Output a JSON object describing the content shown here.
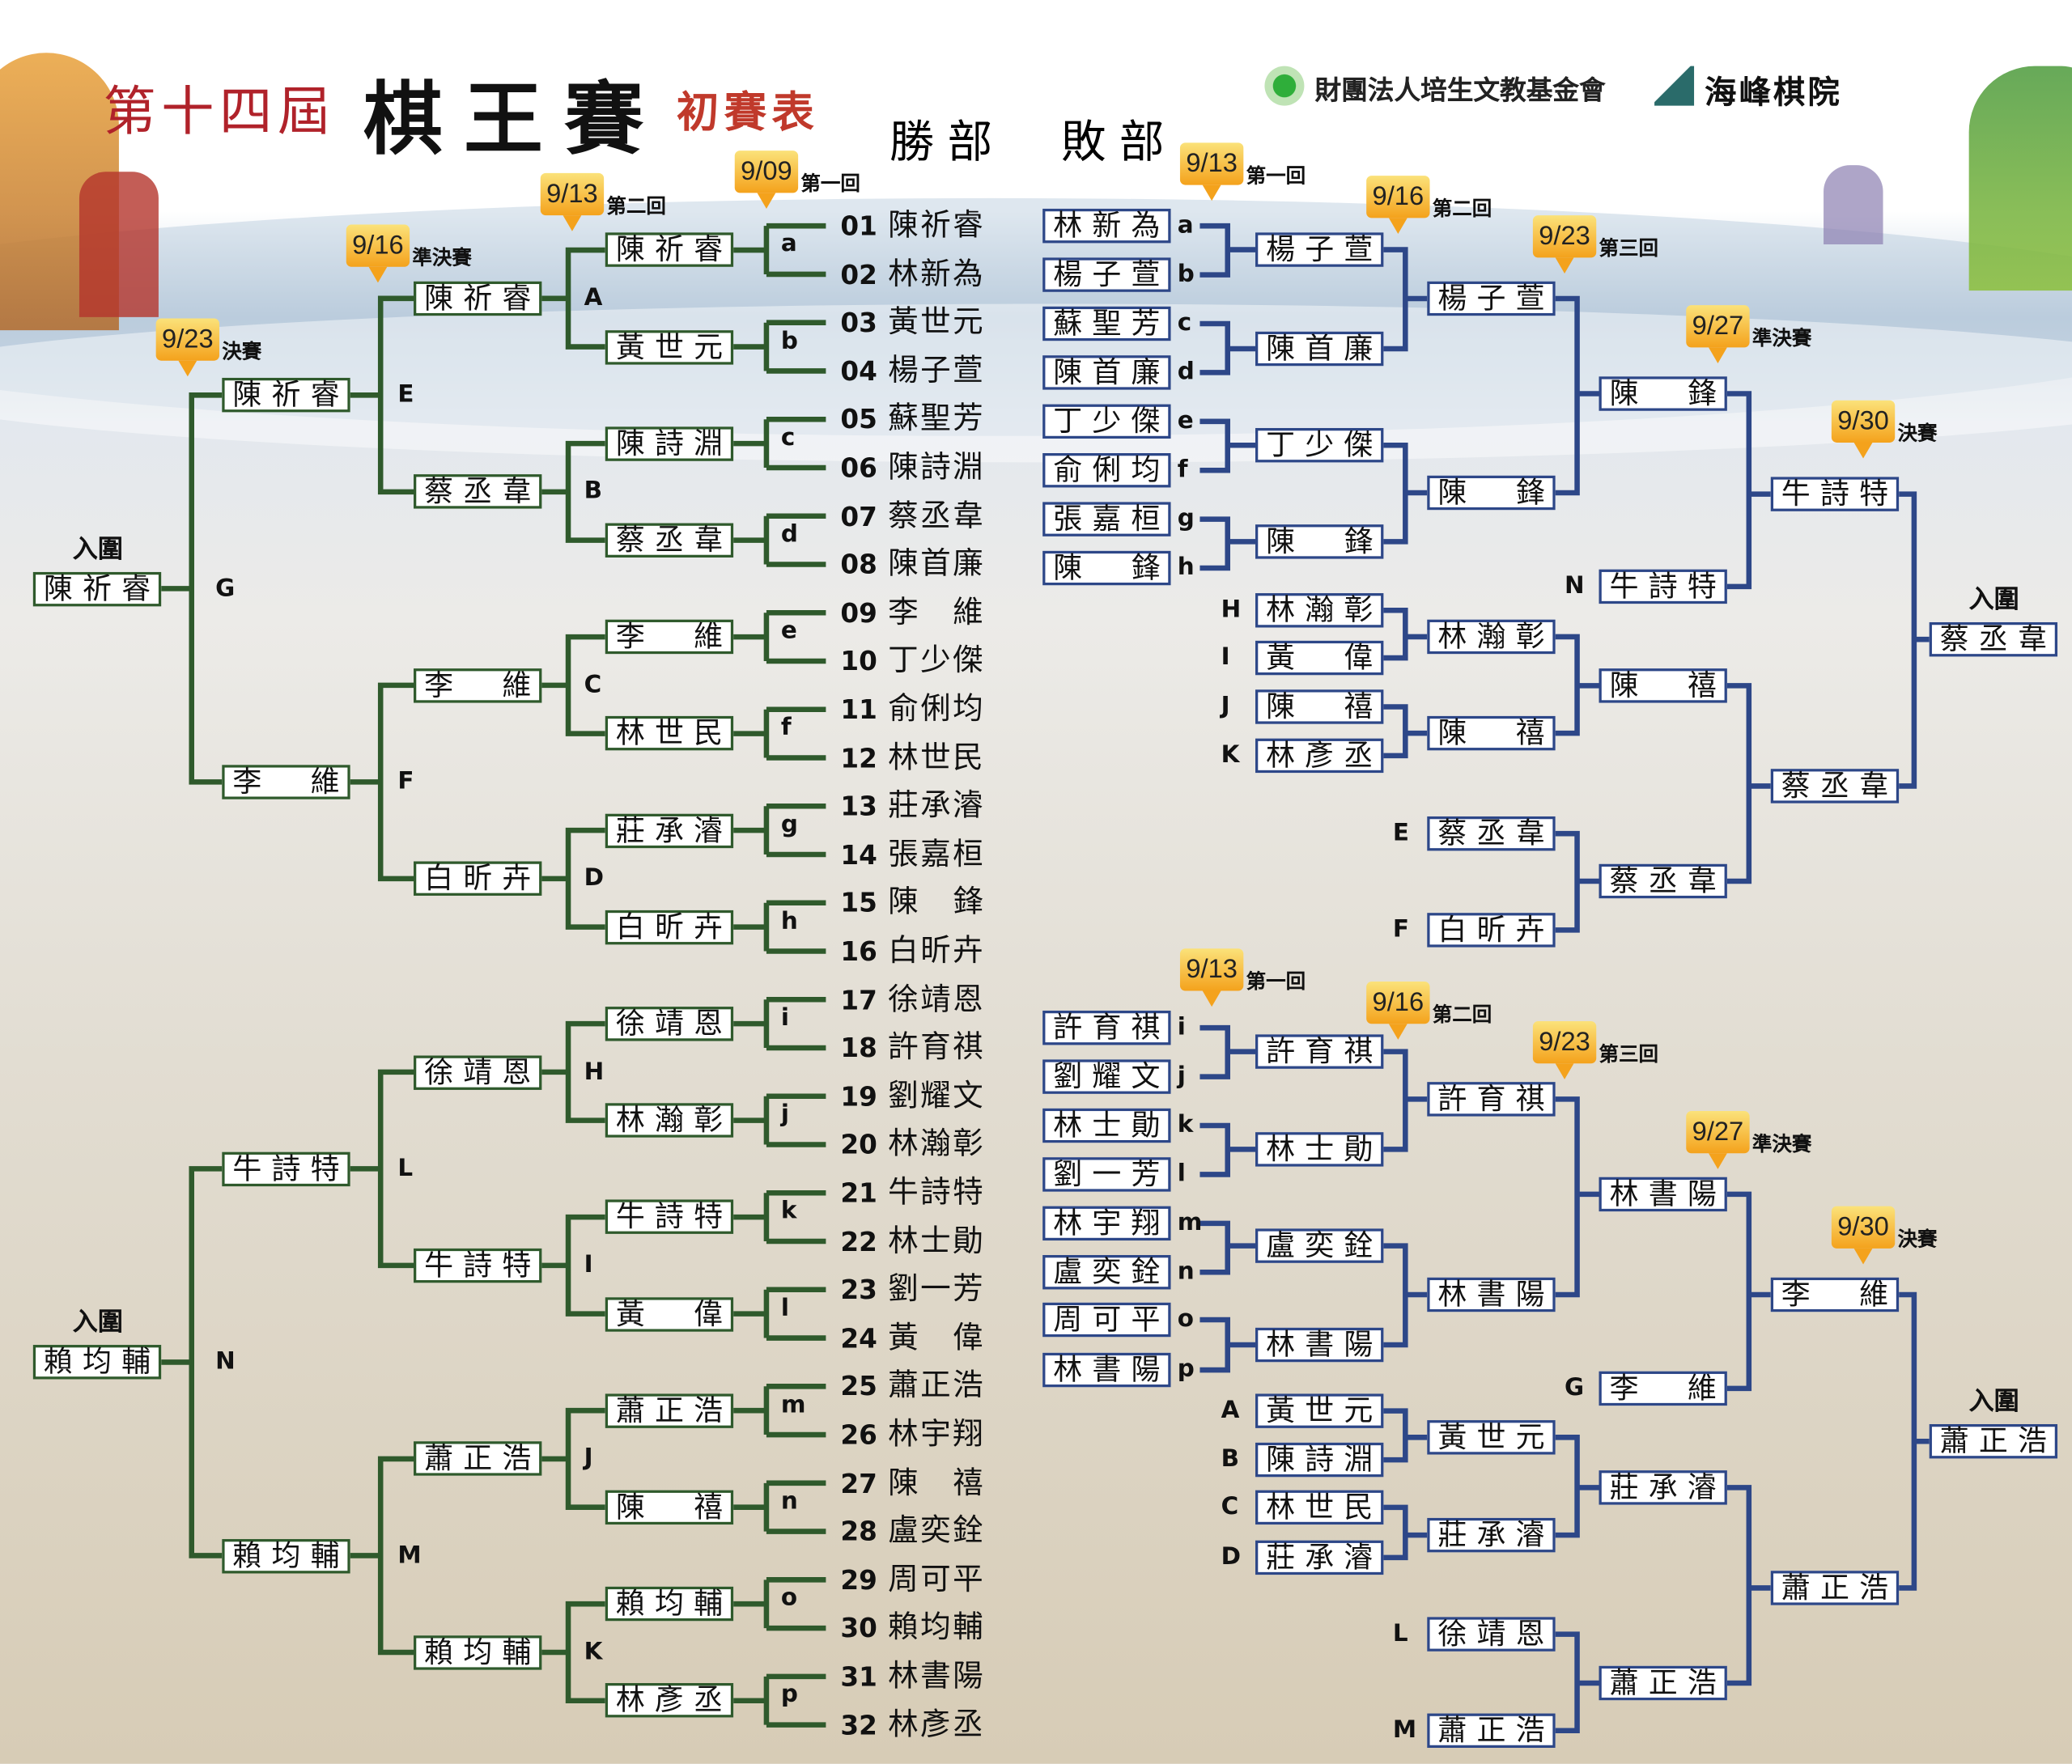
{
  "header": {
    "edition": "第十四屆",
    "title": "棋王賽",
    "subtitle": "初賽表",
    "winners_label": "勝部",
    "losers_label": "敗部",
    "sponsor": "財團法人培生文教基金會",
    "academy": "海峰棋院"
  },
  "colors": {
    "winners_line": "#2f5a2c",
    "losers_line": "#2d4788",
    "bubble": "#f4a21c",
    "edition_red": "#b0222a"
  },
  "winners": {
    "qualified_label": "入圍",
    "dates": [
      {
        "date": "9/09",
        "round": "第一回"
      },
      {
        "date": "9/13",
        "round": "第二回"
      },
      {
        "date": "9/16",
        "round": "準決賽"
      },
      {
        "date": "9/23",
        "round": "決賽"
      }
    ],
    "players": [
      {
        "no": "01",
        "name": "陳祈睿"
      },
      {
        "no": "02",
        "name": "林新為"
      },
      {
        "no": "03",
        "name": "黃世元"
      },
      {
        "no": "04",
        "name": "楊子萱"
      },
      {
        "no": "05",
        "name": "蘇聖芳"
      },
      {
        "no": "06",
        "name": "陳詩淵"
      },
      {
        "no": "07",
        "name": "蔡丞韋"
      },
      {
        "no": "08",
        "name": "陳首廉"
      },
      {
        "no": "09",
        "name": "李維"
      },
      {
        "no": "10",
        "name": "丁少傑"
      },
      {
        "no": "11",
        "name": "俞俐均"
      },
      {
        "no": "12",
        "name": "林世民"
      },
      {
        "no": "13",
        "name": "莊承濬"
      },
      {
        "no": "14",
        "name": "張嘉桓"
      },
      {
        "no": "15",
        "name": "陳鋒"
      },
      {
        "no": "16",
        "name": "白昕卉"
      },
      {
        "no": "17",
        "name": "徐靖恩"
      },
      {
        "no": "18",
        "name": "許育祺"
      },
      {
        "no": "19",
        "name": "劉耀文"
      },
      {
        "no": "20",
        "name": "林瀚彰"
      },
      {
        "no": "21",
        "name": "牛詩特"
      },
      {
        "no": "22",
        "name": "林士勛"
      },
      {
        "no": "23",
        "name": "劉一芳"
      },
      {
        "no": "24",
        "name": "黃偉"
      },
      {
        "no": "25",
        "name": "蕭正浩"
      },
      {
        "no": "26",
        "name": "林宇翔"
      },
      {
        "no": "27",
        "name": "陳禧"
      },
      {
        "no": "28",
        "name": "盧奕銓"
      },
      {
        "no": "29",
        "name": "周可平"
      },
      {
        "no": "30",
        "name": "賴均輔"
      },
      {
        "no": "31",
        "name": "林書陽"
      },
      {
        "no": "32",
        "name": "林彥丞"
      }
    ],
    "r1": [
      {
        "letter": "a",
        "name": "陳祈睿"
      },
      {
        "letter": "b",
        "name": "黃世元"
      },
      {
        "letter": "c",
        "name": "陳詩淵"
      },
      {
        "letter": "d",
        "name": "蔡丞韋"
      },
      {
        "letter": "e",
        "name": "李維"
      },
      {
        "letter": "f",
        "name": "林世民"
      },
      {
        "letter": "g",
        "name": "莊承濬"
      },
      {
        "letter": "h",
        "name": "白昕卉"
      },
      {
        "letter": "i",
        "name": "徐靖恩"
      },
      {
        "letter": "j",
        "name": "林瀚彰"
      },
      {
        "letter": "k",
        "name": "牛詩特"
      },
      {
        "letter": "l",
        "name": "黃偉"
      },
      {
        "letter": "m",
        "name": "蕭正浩"
      },
      {
        "letter": "n",
        "name": "陳禧"
      },
      {
        "letter": "o",
        "name": "賴均輔"
      },
      {
        "letter": "p",
        "name": "林彥丞"
      }
    ],
    "r2": [
      {
        "letter": "A",
        "name": "陳祈睿"
      },
      {
        "letter": "B",
        "name": "蔡丞韋"
      },
      {
        "letter": "C",
        "name": "李維"
      },
      {
        "letter": "D",
        "name": "白昕卉"
      },
      {
        "letter": "H",
        "name": "徐靖恩"
      },
      {
        "letter": "I",
        "name": "牛詩特"
      },
      {
        "letter": "J",
        "name": "蕭正浩"
      },
      {
        "letter": "K",
        "name": "賴均輔"
      }
    ],
    "r3": [
      {
        "letter": "E",
        "name": "陳祈睿"
      },
      {
        "letter": "F",
        "name": "李維"
      },
      {
        "letter": "L",
        "name": "牛詩特"
      },
      {
        "letter": "M",
        "name": "賴均輔"
      }
    ],
    "r4": [
      {
        "letter": "G",
        "name": "陳祈睿"
      },
      {
        "letter": "N",
        "name": "賴均輔"
      }
    ]
  },
  "losers": {
    "qualified_label": "入圍",
    "top": {
      "dates": [
        {
          "date": "9/13",
          "round": "第一回"
        },
        {
          "date": "9/16",
          "round": "第二回"
        },
        {
          "date": "9/23",
          "round": "第三回"
        },
        {
          "date": "9/27",
          "round": "準決賽"
        },
        {
          "date": "9/30",
          "round": "決賽"
        }
      ],
      "cols": [
        [
          {
            "name": "林新為",
            "letter": "a"
          },
          {
            "name": "楊子萱",
            "letter": "b"
          },
          {
            "name": "蘇聖芳",
            "letter": "c"
          },
          {
            "name": "陳首廉",
            "letter": "d"
          },
          {
            "name": "丁少傑",
            "letter": "e"
          },
          {
            "name": "俞俐均",
            "letter": "f"
          },
          {
            "name": "張嘉桓",
            "letter": "g"
          },
          {
            "name": "陳鋒",
            "letter": "h"
          }
        ],
        [
          {
            "name": "楊子萱"
          },
          {
            "name": "陳首廉"
          },
          {
            "name": "丁少傑"
          },
          {
            "name": "陳鋒"
          },
          {
            "name": "林瀚彰",
            "letter": "H"
          },
          {
            "name": "黃偉",
            "letter": "I"
          },
          {
            "name": "陳禧",
            "letter": "J"
          },
          {
            "name": "林彥丞",
            "letter": "K"
          }
        ],
        [
          {
            "name": "楊子萱"
          },
          {
            "name": "陳鋒"
          },
          {
            "name": "林瀚彰"
          },
          {
            "name": "陳禧"
          },
          {
            "name": "蔡丞韋",
            "letter": "E"
          },
          {
            "name": "白昕卉",
            "letter": "F"
          }
        ],
        [
          {
            "name": "陳鋒"
          },
          {
            "name": "牛詩特",
            "letter": "N"
          },
          {
            "name": "陳禧"
          },
          {
            "name": "蔡丞韋"
          }
        ],
        [
          {
            "name": "牛詩特"
          },
          {
            "name": "蔡丞韋"
          }
        ],
        [
          {
            "name": "蔡丞韋"
          }
        ]
      ]
    },
    "bottom": {
      "dates": [
        {
          "date": "9/13",
          "round": "第一回"
        },
        {
          "date": "9/16",
          "round": "第二回"
        },
        {
          "date": "9/23",
          "round": "第三回"
        },
        {
          "date": "9/27",
          "round": "準決賽"
        },
        {
          "date": "9/30",
          "round": "決賽"
        }
      ],
      "cols": [
        [
          {
            "name": "許育祺",
            "letter": "i"
          },
          {
            "name": "劉耀文",
            "letter": "j"
          },
          {
            "name": "林士勛",
            "letter": "k"
          },
          {
            "name": "劉一芳",
            "letter": "l"
          },
          {
            "name": "林宇翔",
            "letter": "m"
          },
          {
            "name": "盧奕銓",
            "letter": "n"
          },
          {
            "name": "周可平",
            "letter": "o"
          },
          {
            "name": "林書陽",
            "letter": "p"
          }
        ],
        [
          {
            "name": "許育祺"
          },
          {
            "name": "林士勛"
          },
          {
            "name": "盧奕銓"
          },
          {
            "name": "林書陽"
          },
          {
            "name": "黃世元",
            "letter": "A"
          },
          {
            "name": "陳詩淵",
            "letter": "B"
          },
          {
            "name": "林世民",
            "letter": "C"
          },
          {
            "name": "莊承濬",
            "letter": "D"
          }
        ],
        [
          {
            "name": "許育祺"
          },
          {
            "name": "林書陽"
          },
          {
            "name": "黃世元"
          },
          {
            "name": "莊承濬"
          },
          {
            "name": "徐靖恩",
            "letter": "L"
          },
          {
            "name": "蕭正浩",
            "letter": "M"
          }
        ],
        [
          {
            "name": "林書陽"
          },
          {
            "name": "李維",
            "letter": "G"
          },
          {
            "name": "莊承濬"
          },
          {
            "name": "蕭正浩"
          }
        ],
        [
          {
            "name": "李維"
          },
          {
            "name": "蕭正浩"
          }
        ],
        [
          {
            "name": "蕭正浩"
          }
        ]
      ]
    }
  }
}
